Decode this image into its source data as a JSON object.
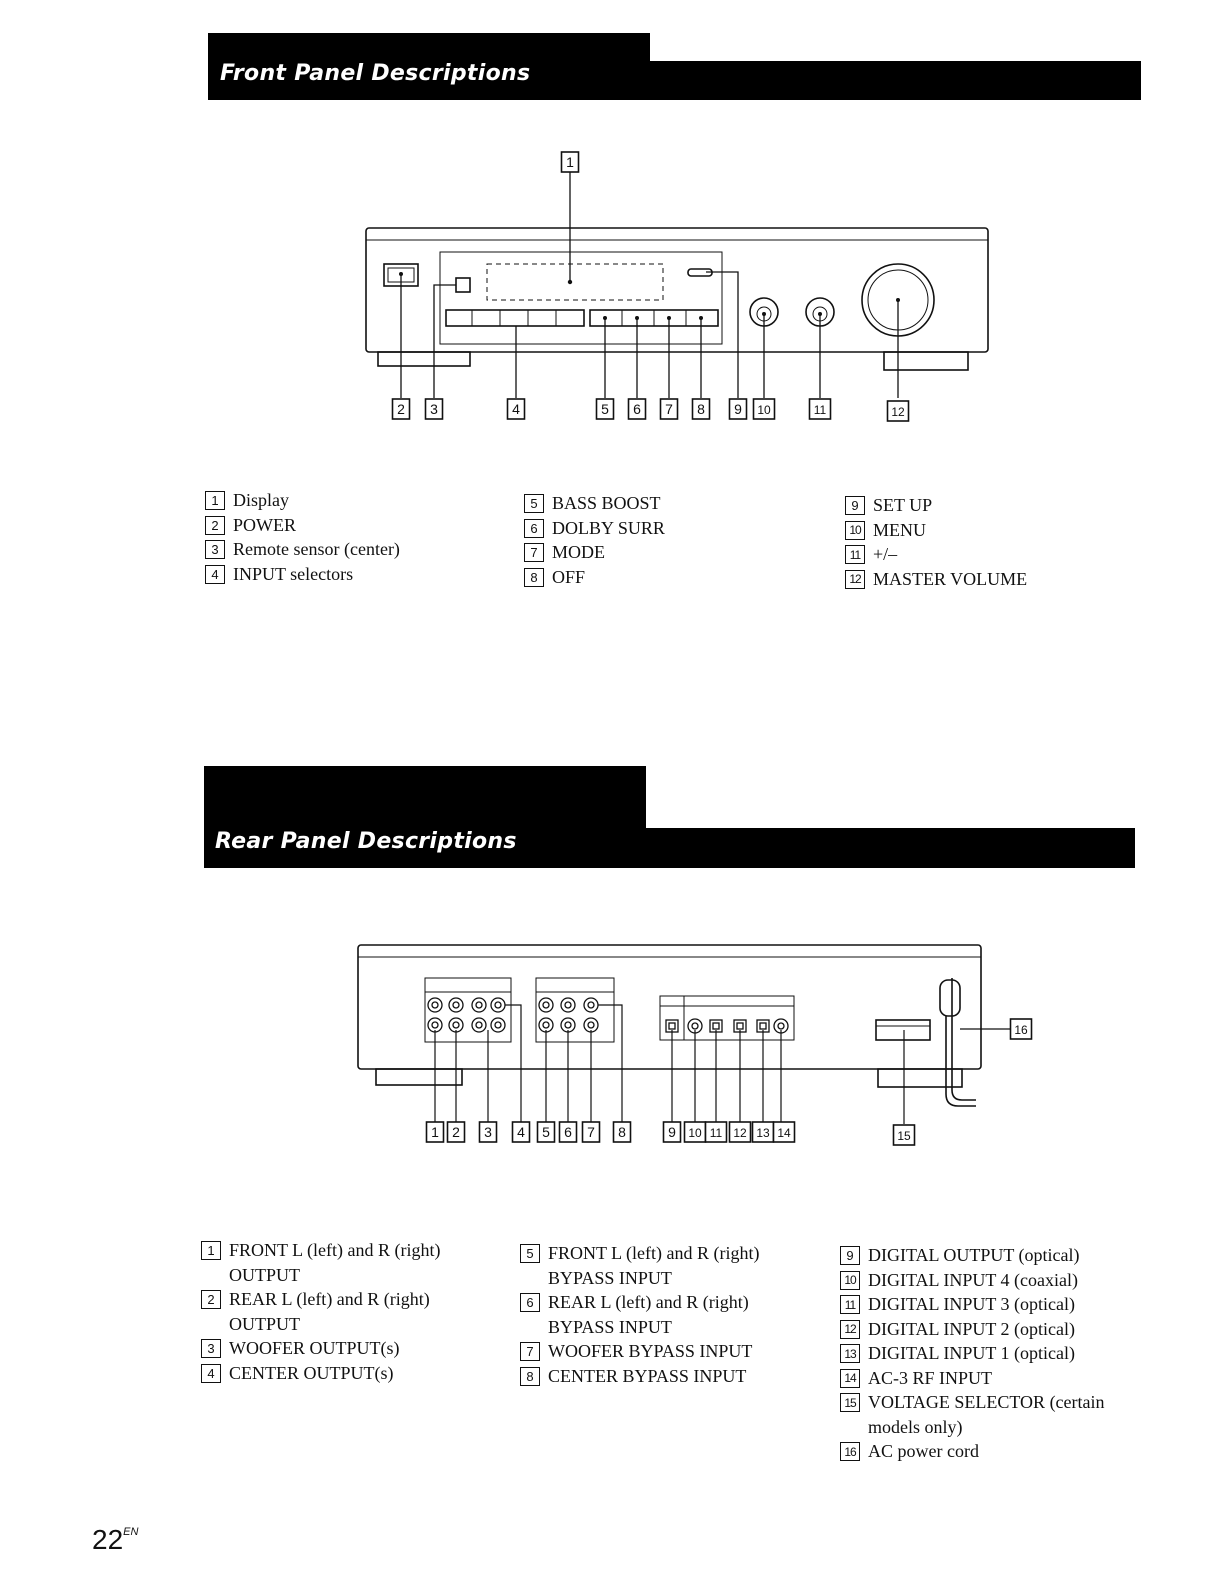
{
  "front": {
    "title": "Front Panel Descriptions",
    "callouts": [
      "1",
      "2",
      "3",
      "4",
      "5",
      "6",
      "7",
      "8",
      "9",
      "10",
      "11",
      "12"
    ],
    "legend": [
      [
        {
          "num": "1",
          "label": "Display"
        },
        {
          "num": "2",
          "label": "POWER"
        },
        {
          "num": "3",
          "label": "Remote sensor (center)"
        },
        {
          "num": "4",
          "label": "INPUT selectors"
        }
      ],
      [
        {
          "num": "5",
          "label": "BASS BOOST"
        },
        {
          "num": "6",
          "label": "DOLBY SURR"
        },
        {
          "num": "7",
          "label": "MODE"
        },
        {
          "num": "8",
          "label": "OFF"
        }
      ],
      [
        {
          "num": "9",
          "label": "SET UP"
        },
        {
          "num": "10",
          "label": "MENU"
        },
        {
          "num": "11",
          "label": "+/–"
        },
        {
          "num": "12",
          "label": "MASTER VOLUME"
        }
      ]
    ]
  },
  "rear": {
    "title": "Rear Panel Descriptions",
    "callouts": [
      "1",
      "2",
      "3",
      "4",
      "5",
      "6",
      "7",
      "8",
      "9",
      "10",
      "11",
      "12",
      "13",
      "14",
      "15",
      "16"
    ],
    "legend": [
      [
        {
          "num": "1",
          "label": "FRONT L (left) and R (right) OUTPUT"
        },
        {
          "num": "2",
          "label": "REAR L (left) and R (right) OUTPUT"
        },
        {
          "num": "3",
          "label": "WOOFER OUTPUT(s)"
        },
        {
          "num": "4",
          "label": "CENTER OUTPUT(s)"
        }
      ],
      [
        {
          "num": "5",
          "label": "FRONT L (left) and R (right) BYPASS INPUT"
        },
        {
          "num": "6",
          "label": "REAR L (left) and R (right) BYPASS INPUT"
        },
        {
          "num": "7",
          "label": "WOOFER BYPASS INPUT"
        },
        {
          "num": "8",
          "label": "CENTER BYPASS INPUT"
        }
      ],
      [
        {
          "num": "9",
          "label": "DIGITAL OUTPUT (optical)"
        },
        {
          "num": "10",
          "label": "DIGITAL INPUT 4 (coaxial)"
        },
        {
          "num": "11",
          "label": "DIGITAL INPUT 3 (optical)"
        },
        {
          "num": "12",
          "label": "DIGITAL INPUT 2 (optical)"
        },
        {
          "num": "13",
          "label": "DIGITAL INPUT 1 (optical)"
        },
        {
          "num": "14",
          "label": "AC-3 RF INPUT"
        },
        {
          "num": "15",
          "label": "VOLTAGE SELECTOR (certain models only)"
        },
        {
          "num": "16",
          "label": "AC power cord"
        }
      ]
    ]
  },
  "page": {
    "number": "22",
    "suffix": "EN"
  }
}
